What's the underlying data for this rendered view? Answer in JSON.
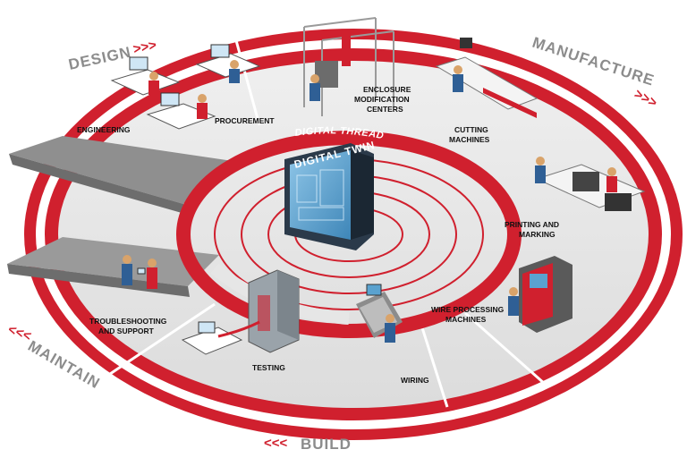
{
  "phases": {
    "design": "DESIGN",
    "manufacture": "MANUFACTURE",
    "maintain": "MAINTAIN",
    "build": "BUILD"
  },
  "arrows": {
    "forward": ">>>",
    "backward": "<<<"
  },
  "center": {
    "thread_label": "DIGITAL THREAD",
    "twin_label": "DIGITAL TWIN"
  },
  "stations": {
    "engineering": "ENGINEERING",
    "procurement": "PROCUREMENT",
    "enclosure_line1": "ENCLOSURE",
    "enclosure_line2": "MODIFICATION",
    "enclosure_line3": "CENTERS",
    "cutting_line1": "CUTTING",
    "cutting_line2": "MACHINES",
    "printing_line1": "PRINTING AND",
    "printing_line2": "MARKING",
    "wire_line1": "WIRE PROCESSING",
    "wire_line2": "MACHINES",
    "wiring": "WIRING",
    "testing": "TESTING",
    "troubleshooting_line1": "TROUBLESHOOTING",
    "troubleshooting_line2": "AND SUPPORT"
  },
  "colors": {
    "accent": "#d0202e",
    "floor": "#e6e6e6",
    "floor_shade": "#cfcfcf",
    "phase_text": "#8c8c8c",
    "ink": "#111111",
    "twin_blue": "#5aa2cf"
  }
}
